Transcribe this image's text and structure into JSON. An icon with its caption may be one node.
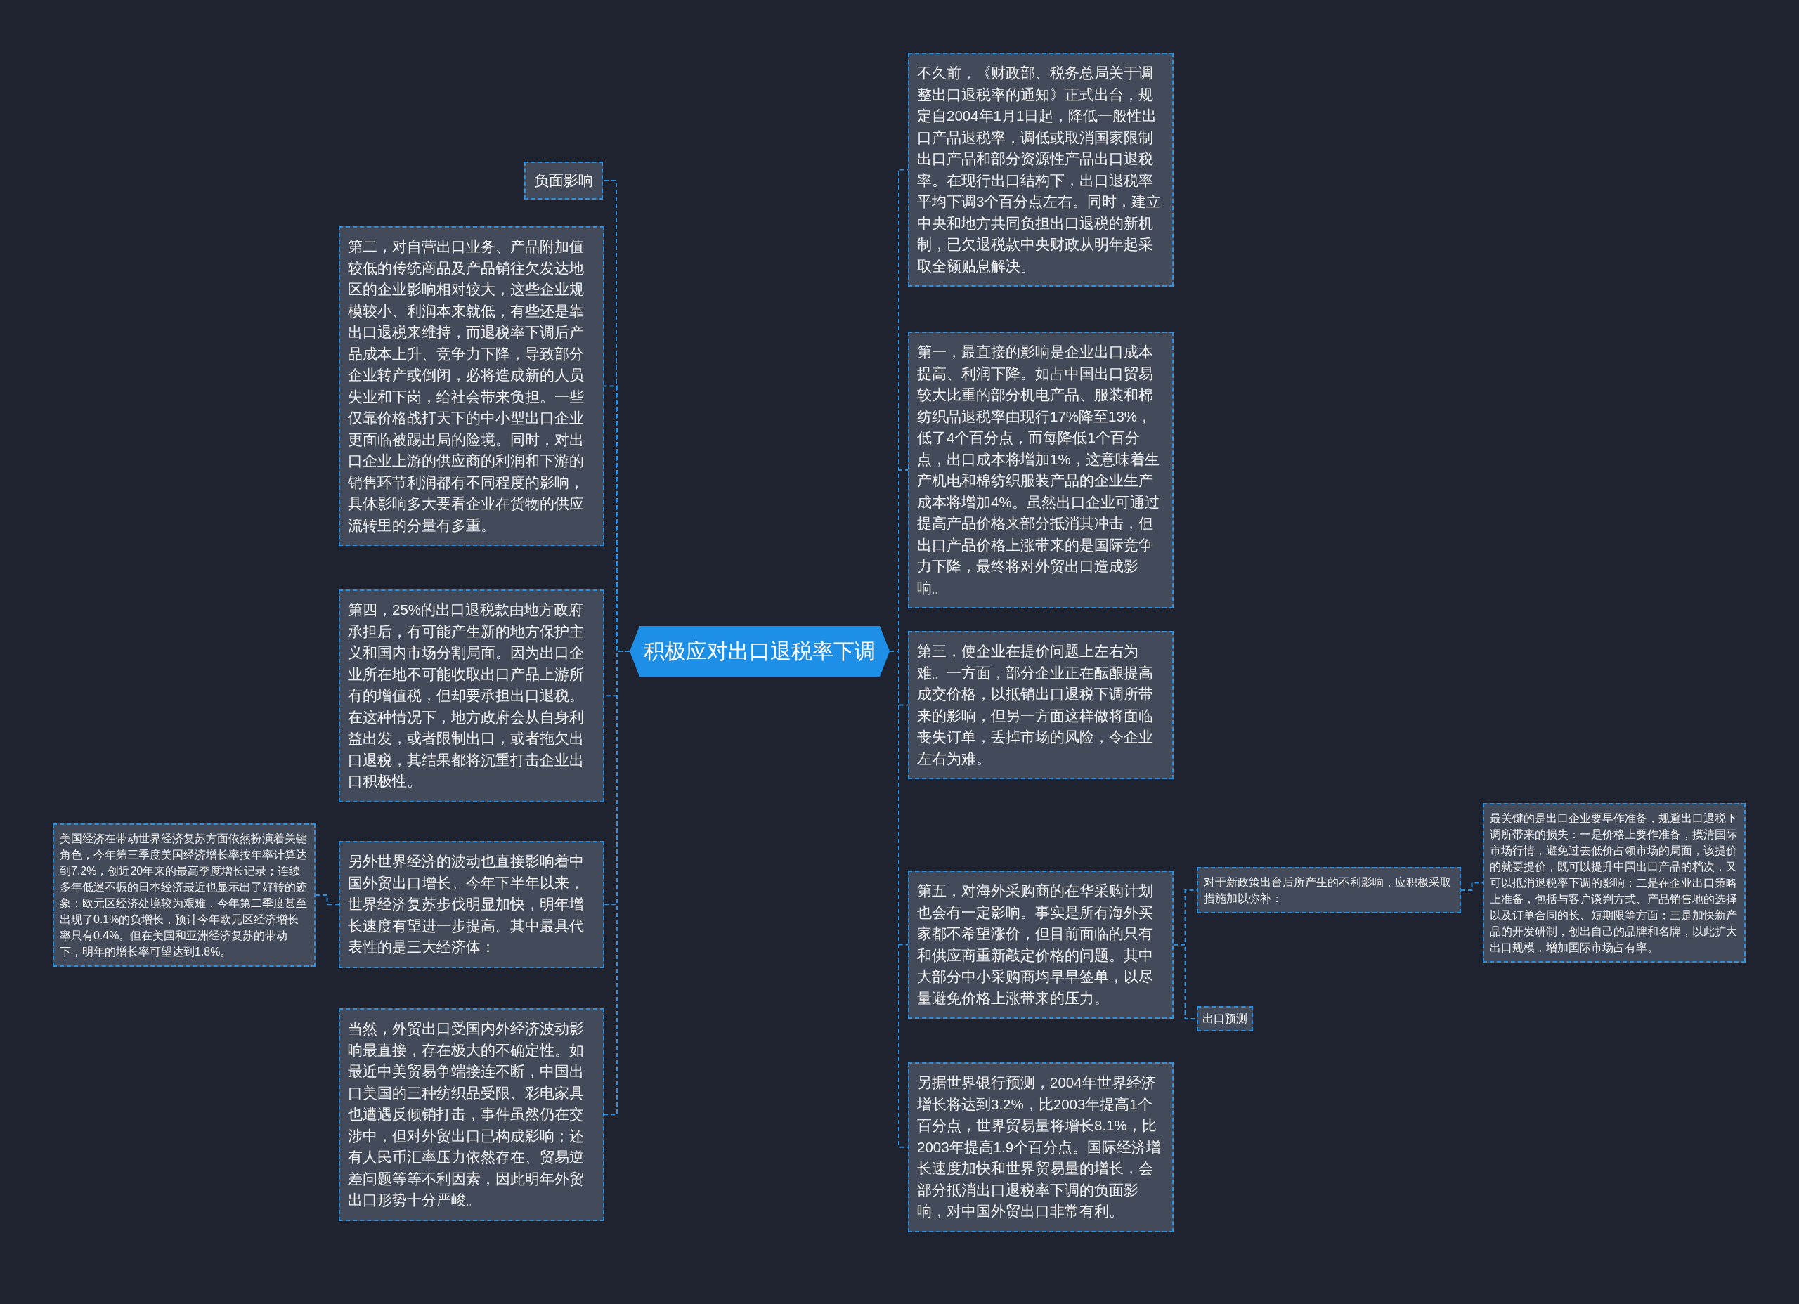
{
  "diagram": {
    "nodes": [
      {
        "text": [
          "积极应对出口退税率下调"
        ]
      },
      {
        "text": [
          "负面影响"
        ]
      },
      {
        "text": [
          "第二，对自营出口业务、产品附加值较低的传统商品及产品销往欠发达地区的企业影响相对较大，这些企业规模较小、利润本来就低，有些还是靠出口退税来维持，而退税率下调后产品成本上升、竞争力下降，导致部分企业转产或倒闭，必将造成新的人员失业和下岗，给社会带来负担。一些仅靠价格战打天下的中小型出口企业更面临被踢出局的险境。同时，对出口企业上游的供应商的利润和下游的销售环节利润都有不同程度的影响，具体影响多大要看企业在货物的供应流转里的分量有多重。"
        ]
      },
      {
        "text": [
          "第四，25%的出口退税款由地方政府承担后，有可能产生新的地方保护主义和国内市场分割局面。因为出口企业所在地不可能收取出口产品上游所有的增值税，但却要承担出口退税。在这种情况下，地方政府会从自身利益出发，或者限制出口，或者拖欠出口退税，其结果都将沉重打击企业出口积极性。"
        ]
      },
      {
        "text": [
          "另外世界经济的波动也直接影响着中国外贸出口增长。今年下半年以来，世界经济复苏步伐明显加快，明年增长速度有望进一步提高。其中最具代表性的是三大经济体："
        ]
      },
      {
        "text": [
          "美国经济在带动世界经济复苏方面依然扮演着关键角色，今年第三季度美国经济增长率按年率计算达到7.2%，创近20年来的最高季度增长记录；连续多年低迷不振的日本经济最近也显示出了好转的迹象；欧元区经济处境较为艰难，今年第二季度甚至出现了0.1%的负增长，预计今年欧元区经济增长率只有0.4%。但在美国和亚洲经济复苏的带动下，明年的增长率可望达到1.8%。"
        ]
      },
      {
        "text": [
          "当然，外贸出口受国内外经济波动影响最直接，存在极大的不确定性。如最近中美贸易争端接连不断，中国出口美国的三种纺织品受限、彩电家具也遭遇反倾销打击，事件虽然仍在交涉中，但对外贸出口已构成影响；还有人民币汇率压力依然存在、贸易逆差问题等等不利因素，因此明年外贸出口形势十分严峻。"
        ]
      },
      {
        "text": [
          "不久前，《财政部、税务总局关于调整出口退税率的通知》正式出台，规定自2004年1月1日起，降低一般性出口产品退税率，调低或取消国家限制出口产品和部分资源性产品出口退税率。在现行出口结构下，出口退税率平均下调3个百分点左右。同时，建立中央和地方共同负担出口退税的新机制，已欠退税款中央财政从明年起采取全额贴息解决。"
        ]
      },
      {
        "text": [
          "第一，最直接的影响是企业出口成本提高、利润下降。如占中国出口贸易较大比重的部分机电产品、服装和棉纺织品退税率由现行17%降至13%，低了4个百分点，而每降低1个百分点，出口成本将增加1%，这意味着生产机电和棉纺织服装产品的企业生产成本将增加4%。虽然出口企业可通过提高产品价格来部分抵消其冲击，但出口产品价格上涨带来的是国际竞争力下降，最终将对外贸出口造成影响。"
        ]
      },
      {
        "text": [
          "第三，使企业在提价问题上左右为难。一方面，部分企业正在酝酿提高成交价格，以抵销出口退税下调所带来的影响，但另一方面这样做将面临丧失订单，丢掉市场的风险，令企业左右为难。"
        ]
      },
      {
        "text": [
          "第五，对海外采购商的在华采购计划也会有一定影响。事实是所有海外买家都不希望涨价，但目前面临的只有和供应商重新敲定价格的问题。其中大部分中小采购商均早早签单，以尽量避免价格上涨带来的压力。"
        ]
      },
      {
        "text": [
          "对于新政策出台后所产生的不利影响，应积极采取措施加以弥补："
        ]
      },
      {
        "text": [
          "最关键的是出口企业要早作准备，规避出口退税下调所带来的损失：一是价格上要作准备，摸清国际市场行情，避免过去低价占领市场的局面，该提价的就要提价，既可以提升中国出口产品的档次，又可以抵消退税率下调的影响；二是在企业出口策略上准备，包括与客户谈判方式、产品销售地的选择以及订单合同的长、短期限等方面；三是加快新产品的开发研制，创出自己的品牌和名牌，以此扩大出口规模，增加国际市场占有率。"
        ]
      },
      {
        "text": [
          "出口预测"
        ]
      },
      {
        "text": [
          "另据世界银行预测，2004年世界经济增长将达到3.2%，比2003年提高1个百分点，世界贸易量将增长8.1%，比2003年提高1.9个百分点。国际经济增长速度加快和世界贸易量的增长，会部分抵消出口退税率下调的负面影响，对中国外贸出口非常有利。"
        ]
      }
    ],
    "edges": [
      {
        "from": 0,
        "to": 1,
        "arrow": "none"
      },
      {
        "from": 0,
        "to": 2,
        "arrow": "none"
      },
      {
        "from": 0,
        "to": 3,
        "arrow": "none"
      },
      {
        "from": 0,
        "to": 4,
        "arrow": "none"
      },
      {
        "from": 4,
        "to": 5,
        "arrow": "none"
      },
      {
        "from": 0,
        "to": 6,
        "arrow": "none"
      },
      {
        "from": 0,
        "to": 7,
        "arrow": "none"
      },
      {
        "from": 0,
        "to": 8,
        "arrow": "none"
      },
      {
        "from": 0,
        "to": 9,
        "arrow": "none"
      },
      {
        "from": 0,
        "to": 10,
        "arrow": "none"
      },
      {
        "from": 10,
        "to": 11,
        "arrow": "none"
      },
      {
        "from": 11,
        "to": 12,
        "arrow": "none"
      },
      {
        "from": 10,
        "to": 13,
        "arrow": "none"
      },
      {
        "from": 0,
        "to": 14,
        "arrow": "none"
      }
    ]
  }
}
